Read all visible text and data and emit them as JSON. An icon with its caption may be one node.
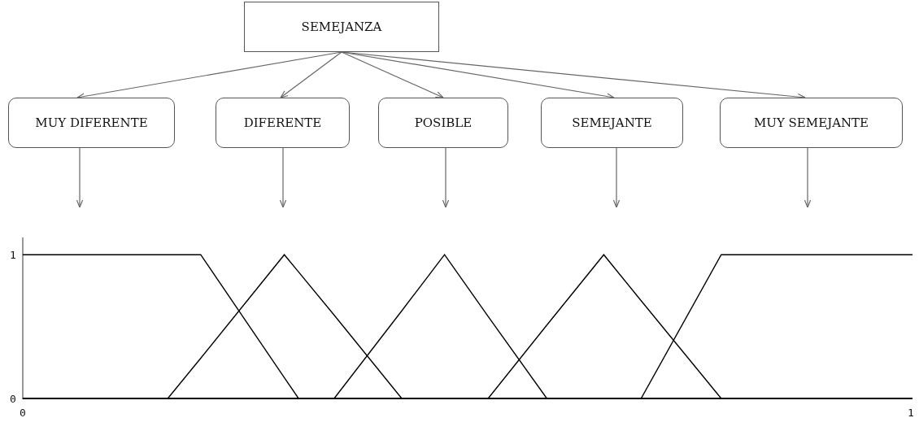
{
  "diagram": {
    "nodes": [
      {
        "text": [
          "SEMEJANZA"
        ]
      },
      {
        "text": [
          "MUY DIFERENTE"
        ]
      },
      {
        "text": [
          "DIFERENTE"
        ]
      },
      {
        "text": [
          "POSIBLE"
        ]
      },
      {
        "text": [
          "SEMEJANTE"
        ]
      },
      {
        "text": [
          "MUY SEMEJANTE"
        ]
      }
    ],
    "edges": [
      {
        "from": 0,
        "to": 1,
        "arrow": "to"
      },
      {
        "from": 0,
        "to": 2,
        "arrow": "to"
      },
      {
        "from": 0,
        "to": 3,
        "arrow": "to"
      },
      {
        "from": 0,
        "to": 4,
        "arrow": "to"
      },
      {
        "from": 0,
        "to": 5,
        "arrow": "to"
      },
      {
        "from": 1,
        "to": null,
        "arrow": "to"
      },
      {
        "from": 2,
        "to": null,
        "arrow": "to"
      },
      {
        "from": 3,
        "to": null,
        "arrow": "to"
      },
      {
        "from": 4,
        "to": null,
        "arrow": "to"
      },
      {
        "from": 5,
        "to": null,
        "arrow": "to"
      }
    ],
    "chart_data": {
      "type": "line",
      "x": [
        0,
        0.163,
        0.2,
        0.294,
        0.31,
        0.35,
        0.426,
        0.474,
        0.523,
        0.589,
        0.653,
        0.695,
        0.785,
        1
      ],
      "series": [
        {
          "color": "#000000",
          "values": [
            1,
            1,
            1,
            0.145,
            0,
            0,
            0,
            0,
            0,
            0,
            0,
            0,
            0,
            0
          ]
        },
        {
          "color": "#000000",
          "values": [
            0,
            0,
            0.28,
            1,
            0.88,
            0.58,
            0,
            0,
            0,
            0,
            0,
            0,
            0,
            0
          ]
        },
        {
          "color": "#000000",
          "values": [
            0,
            0,
            0,
            0,
            0,
            0,
            0.61,
            1,
            0.57,
            0,
            0,
            0,
            0,
            0
          ]
        },
        {
          "color": "#000000",
          "values": [
            0,
            0,
            0,
            0,
            0,
            0,
            0,
            0,
            0,
            0.51,
            1,
            0.68,
            0,
            0
          ]
        },
        {
          "color": "#000000",
          "values": [
            0,
            0,
            0,
            0,
            0,
            0,
            0,
            0,
            0,
            0,
            0,
            0,
            1,
            1
          ]
        }
      ],
      "xlim": [
        0,
        1
      ],
      "ylim": [
        0,
        1.12
      ],
      "xticks": [
        0,
        1
      ],
      "yticks": [
        0,
        1
      ]
    }
  }
}
